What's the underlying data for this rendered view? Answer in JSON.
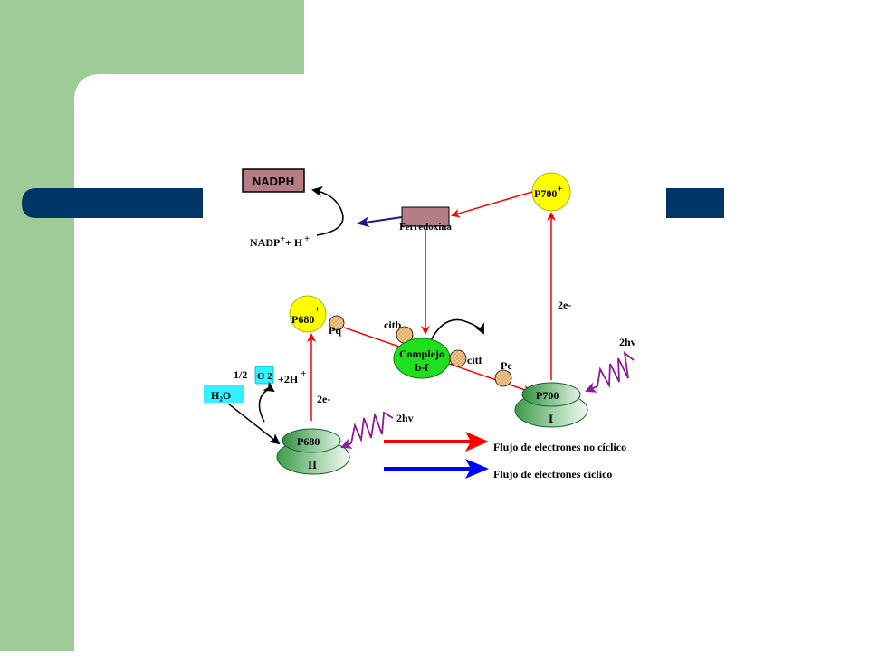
{
  "colors": {
    "sidebar_green": "#9dcc98",
    "band_navy": "#003567",
    "arrow_red": "#ff0000",
    "arrow_blue": "#0000ff",
    "photon_purple": "#8a1a96",
    "ps_green": "#2f8f3f",
    "yellow": "#ffff00",
    "cyan": "#33f2ff",
    "complex_green": "#1fe01f",
    "mauve": "#b47c84"
  },
  "labels": {
    "nadph": "NADPH",
    "nadp_main": "NADP",
    "nadp_plus": "+",
    "nadp_h": "+ H",
    "nadp_h_plus": "+",
    "ferredoxina": "Ferredoxina",
    "p700_plus_main": "P700",
    "p700_plus_sup": "+",
    "p680_plus_main": "P680",
    "p680_plus_sup": "+",
    "pq": "Pq",
    "citb": "citb",
    "complejo_line1": "Complejo",
    "complejo_line2": "b-f",
    "citf": "citf",
    "pc": "Pc",
    "two_e_top": "2e-",
    "two_e_bottom": "2e-",
    "two_hv_right": "2hv",
    "two_hv_bottom": "2hv",
    "half": "1/2",
    "o2": "O 2",
    "two_h": "+2H",
    "two_h_plus": "+",
    "h2o": "H₂O",
    "p700_label": "P700",
    "ps1_numeral": "I",
    "p680_label": "P680",
    "ps2_numeral": "II",
    "legend_noncyclic": "Flujo de electrones no cíclico",
    "legend_cyclic": "Flujo de electrones cíclico"
  }
}
